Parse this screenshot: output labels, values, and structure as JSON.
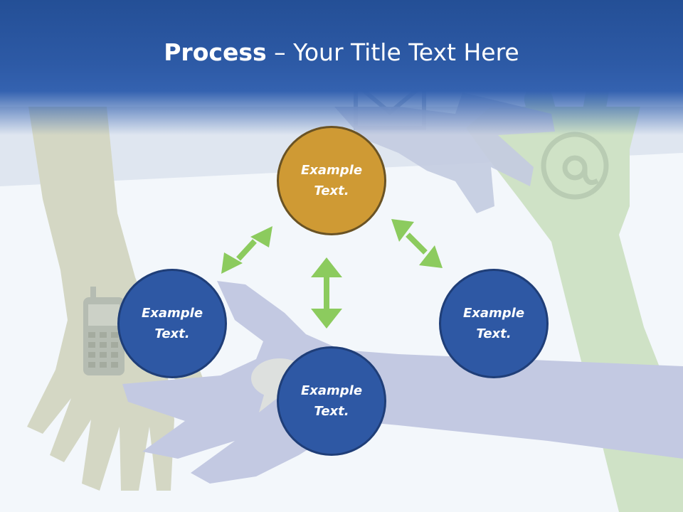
{
  "title": {
    "bold": "Process",
    "rest": " – Your Title Text Here"
  },
  "nodes": {
    "top": "Example Text.",
    "left": "Example Text.",
    "right": "Example Text.",
    "bottom": "Example Text."
  },
  "colors": {
    "header": "#2d5aa6",
    "node_blue": "#2e58a4",
    "node_gold": "#cf9a34",
    "arrow": "#8ccb5e",
    "background": "#f3f7fb"
  },
  "icons": [
    "hand-silhouette",
    "mobile-phone-icon",
    "email-envelope-icon",
    "at-sign-icon",
    "speech-bubble-icon"
  ]
}
